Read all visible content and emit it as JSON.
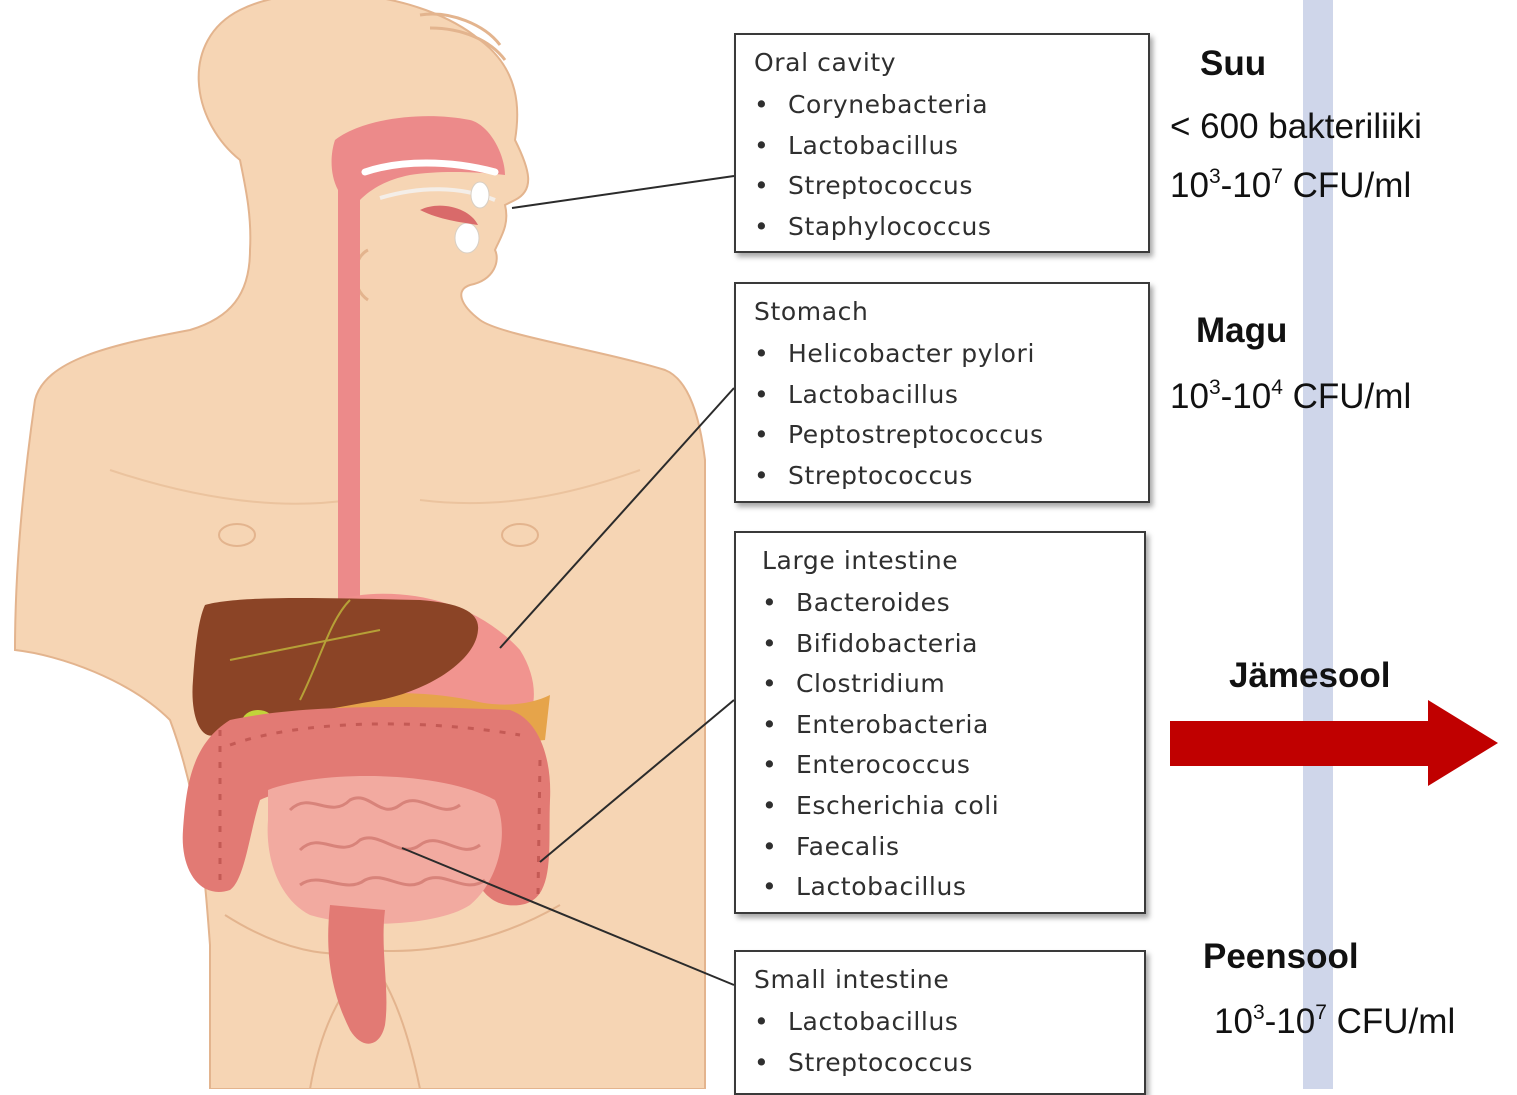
{
  "regions": [
    {
      "box_title": "Oral cavity",
      "items": [
        "Corynebacteria",
        "Lactobacillus",
        "Streptococcus",
        "Staphylococcus"
      ]
    },
    {
      "box_title": "Stomach",
      "items": [
        "Helicobacter pylori",
        "Lactobacillus",
        "Peptostreptococcus",
        "Streptococcus"
      ]
    },
    {
      "box_title": "Large intestine",
      "items": [
        "Bacteroides",
        "Bifidobacteria",
        "Clostridium",
        "Enterobacteria",
        "Enterococcus",
        "Escherichia coli",
        "Faecalis",
        "Lactobacillus"
      ]
    },
    {
      "box_title": "Small intestine",
      "items": [
        "Lactobacillus",
        "Streptococcus"
      ]
    }
  ],
  "bullet": "•",
  "labels": {
    "suu": {
      "name": "Suu",
      "species": "< 600 bakteriliiki",
      "count": {
        "base1": "10",
        "exp1": "3",
        "sep": "-",
        "base2": "10",
        "exp2": "7",
        "unit": " CFU/ml"
      }
    },
    "magu": {
      "name": "Magu",
      "count": {
        "base1": "10",
        "exp1": "3",
        "sep": "-",
        "base2": "10",
        "exp2": "4",
        "unit": " CFU/ml"
      }
    },
    "jamesool": {
      "name": "Jämesool"
    },
    "peensool": {
      "name": "Peensool",
      "count": {
        "base1": "10",
        "exp1": "3",
        "sep": "-",
        "base2": "10",
        "exp2": "7",
        "unit": " CFU/ml"
      }
    }
  },
  "colors": {
    "skin": "#f6d5b4",
    "skin_edge": "#e3b48e",
    "tract": "#ec8a8a",
    "liver": "#8b4426",
    "stomach": "#f08e8c",
    "colon": "#e27a74",
    "small_intestine": "#f2aaa0",
    "gallbladder": "#c2d43a",
    "pancreas": "#e6a44a",
    "arrow": "#c00000",
    "band": "#cfd6ea"
  }
}
